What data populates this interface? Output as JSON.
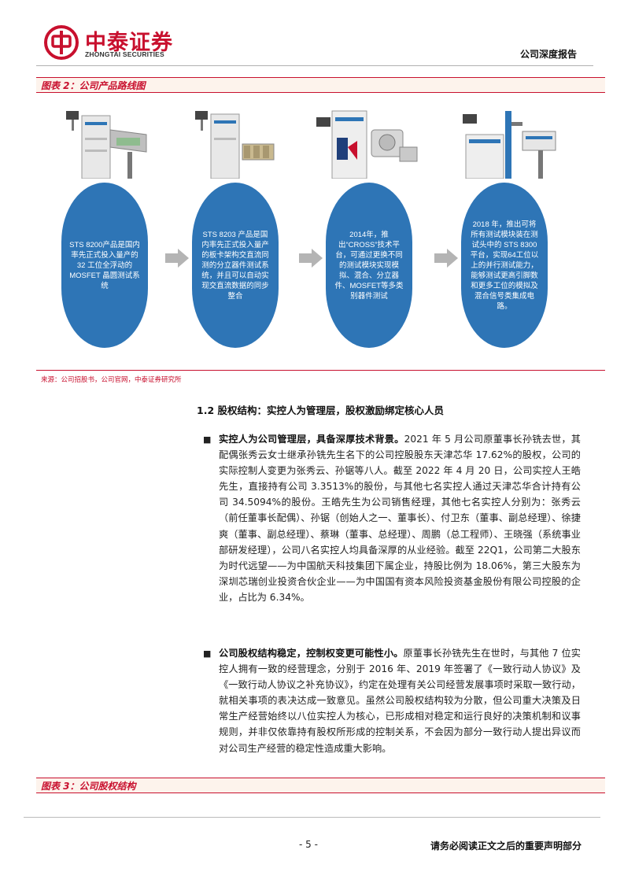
{
  "header": {
    "logo_cn": "中泰证券",
    "logo_en": "ZHONGTAI SECURITIES",
    "report_type": "公司深度报告"
  },
  "figure2": {
    "caption": "图表 2：公司产品路线图",
    "nodes": [
      {
        "text": "STS 8200产品是国内率先正式投入量产的 32 工位全浮动的 MOSFET 晶圆测试系统"
      },
      {
        "text": "STS 8203 产品是国内率先正式投入量产的板卡架构交直流同测的分立器件测试系统，并且可以自动实现交直流数据的同步整合"
      },
      {
        "text": "2014年，推出“CROSS”技术平台，可通过更换不同的测试模块实现模拟、混合、分立器件、MOSFET等多类别器件测试"
      },
      {
        "text": "2018 年，推出可将所有测试模块装在测试头中的 STS 8300 平台，实现64工位以上的并行测试能力，能够测试更高引脚数和更多工位的模拟及混合信号类集成电路。"
      }
    ],
    "source": "来源：公司招股书，公司官网，中泰证券研究所",
    "colors": {
      "node": "#2e75b6",
      "arrow": "#b4b4b4",
      "accent": "#c8102e"
    }
  },
  "section": {
    "title": "1.2 股权结构：实控人为管理层，股权激励绑定核心人员",
    "bullet_icon": "square-bullet",
    "para1_bold": "实控人为公司管理层，具备深厚技术背景。",
    "para1": "2021 年 5 月公司原董事长孙铣去世，其配偶张秀云女士继承孙铣先生名下的公司控股股东天津芯华 17.62%的股权，公司的实际控制人变更为张秀云、孙锯等八人。截至 2022 年 4 月 20 日，公司实控人王皓先生，直接持有公司 3.3513%的股份，与其他七名实控人通过天津芯华合计持有公司 34.5094%的股份。王皓先生为公司销售经理，其他七名实控人分别为：张秀云（前任董事长配偶）、孙锯（创始人之一、董事长）、付卫东（董事、副总经理）、徐捷爽（董事、副总经理）、蔡琳（董事、总经理）、周鹏（总工程师）、王晓强（系统事业部研发经理），公司八名实控人均具备深厚的从业经验。截至 22Q1，公司第二大股东为时代远望——为中国航天科技集团下属企业，持股比例为 18.06%，第三大股东为深圳芯瑞创业投资合伙企业——为中国国有资本风险投资基金股份有限公司控股的企业，占比为 6.34%。",
    "para2_bold": "公司股权结构稳定，控制权变更可能性小。",
    "para2": "原董事长孙铣先生在世时，与其他 7 位实控人拥有一致的经营理念，分别于 2016 年、2019 年签署了《一致行动人协议》及《一致行动人协议之补充协议》，约定在处理有关公司经营发展事项时采取一致行动，就相关事项的表决达成一致意见。虽然公司股权结构较为分散，但公司重大决策及日常生产经营始终以八位实控人为核心，已形成相对稳定和运行良好的决策机制和议事规则，并非仅依靠持有股权所形成的控制关系，不会因为部分一致行动人提出异议而对公司生产经营的稳定性造成重大影响。"
  },
  "figure3": {
    "caption": "图表 3：公司股权结构"
  },
  "footer": {
    "page_no": "- 5 -",
    "disclaimer": "请务必阅读正文之后的重要声明部分"
  }
}
